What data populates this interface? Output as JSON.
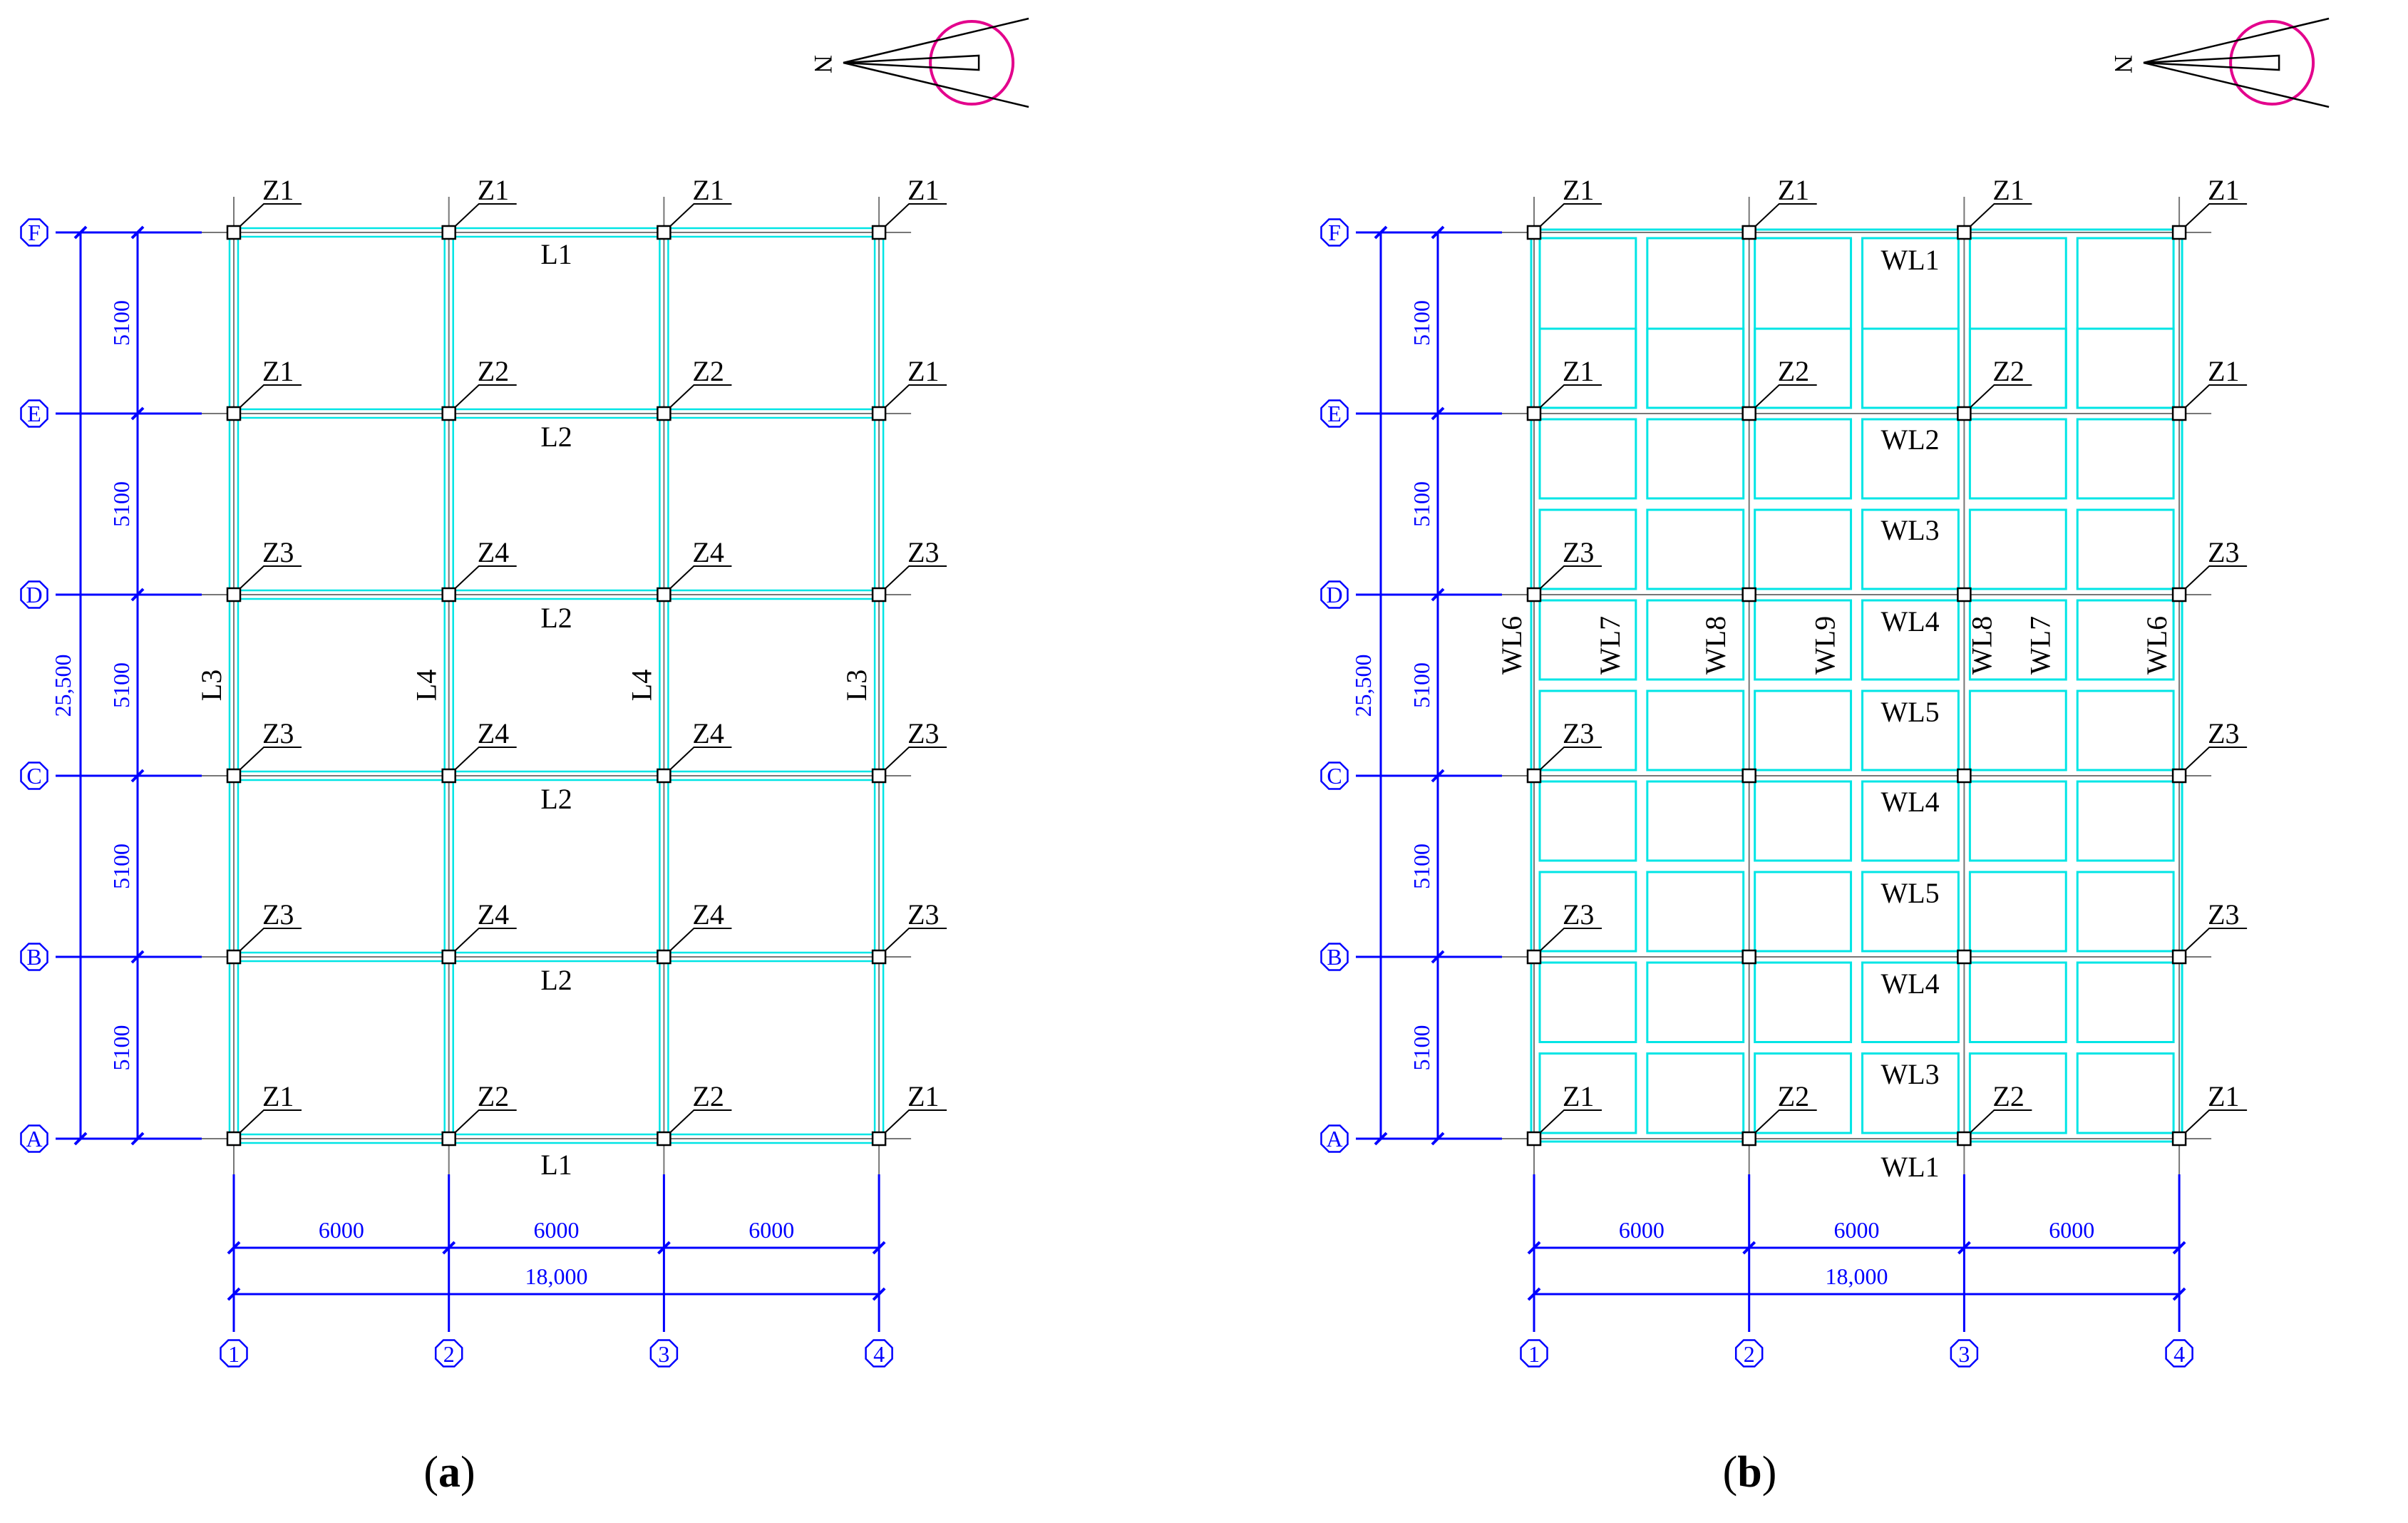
{
  "north_label": "N",
  "captions": {
    "a": "a",
    "b": "b"
  },
  "axes": {
    "rows": [
      "A",
      "B",
      "C",
      "D",
      "E",
      "F"
    ],
    "cols": [
      "1",
      "2",
      "3",
      "4"
    ]
  },
  "dims": {
    "row_spacing": [
      "5100",
      "5100",
      "5100",
      "5100",
      "5100"
    ],
    "total_v": "25,500",
    "col_spacing": [
      "6000",
      "6000",
      "6000"
    ],
    "total_h": "18,000"
  },
  "plan_a": {
    "columns": [
      [
        "Z1",
        "Z2",
        "Z2",
        "Z1"
      ],
      [
        "Z3",
        "Z4",
        "Z4",
        "Z3"
      ],
      [
        "Z3",
        "Z4",
        "Z4",
        "Z3"
      ],
      [
        "Z3",
        "Z4",
        "Z4",
        "Z3"
      ],
      [
        "Z1",
        "Z2",
        "Z2",
        "Z1"
      ],
      [
        "Z1",
        "Z1",
        "Z1",
        "Z1"
      ]
    ],
    "beams_h": [
      "L1",
      "L2",
      "L2",
      "L2",
      "L2",
      "L1"
    ],
    "beams_v": [
      "L3",
      "L4",
      "L4",
      "L3"
    ]
  },
  "plan_b": {
    "columns": [
      [
        "Z1",
        "Z2",
        "Z2",
        "Z1"
      ],
      [
        "Z3",
        "",
        "",
        "Z3"
      ],
      [
        "Z3",
        "",
        "",
        "Z3"
      ],
      [
        "Z3",
        "",
        "",
        "Z3"
      ],
      [
        "Z1",
        "Z2",
        "Z2",
        "Z1"
      ],
      [
        "Z1",
        "Z1",
        "Z1",
        "Z1"
      ]
    ],
    "beams_h": [
      "WL1",
      "WL3",
      "WL4",
      "WL5",
      "WL4",
      "WL5",
      "WL4",
      "WL3",
      "WL2",
      "WL1"
    ],
    "beams_v": [
      "WL6",
      "WL7",
      "WL8",
      "WL9",
      "WL8",
      "WL7",
      "WL6"
    ]
  }
}
